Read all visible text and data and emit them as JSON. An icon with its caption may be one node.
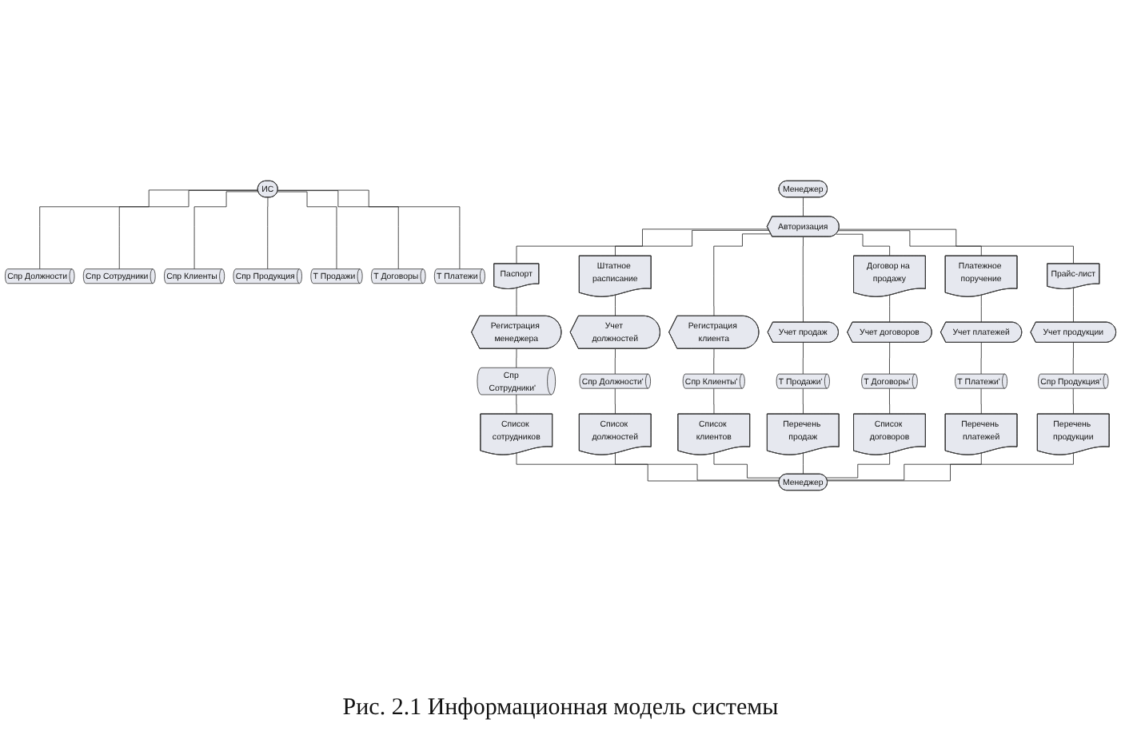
{
  "diagram": {
    "caption": "Рис. 2.1 Информационная модель системы",
    "nodes": [
      {
        "text": [
          "Менеджер"
        ]
      },
      {
        "text": [
          "Авторизация"
        ]
      },
      {
        "text": [
          "ИС"
        ]
      },
      {
        "text": [
          "Паспорт"
        ]
      },
      {
        "text": [
          "Договор на продажу"
        ]
      },
      {
        "text": [
          "Спр Должности"
        ]
      },
      {
        "text": [
          "Регистрация менеджера"
        ]
      },
      {
        "text": [
          "Спр Сотрудники"
        ]
      },
      {
        "text": [
          "Штатное расписание"
        ]
      },
      {
        "text": [
          "Учет должностей"
        ]
      },
      {
        "text": [
          "Регистрация клиента"
        ]
      },
      {
        "text": [
          "Учет продаж"
        ]
      },
      {
        "text": [
          "Учет договоров"
        ]
      },
      {
        "text": [
          "Платежное поручение"
        ]
      },
      {
        "text": [
          "Прайс-лист"
        ]
      },
      {
        "text": [
          "Спр Клиенты"
        ]
      },
      {
        "text": [
          "Спр Продукция"
        ]
      },
      {
        "text": [
          "Учет платежей"
        ]
      },
      {
        "text": [
          "Учет продукции"
        ]
      },
      {
        "text": [
          "Т Продажи"
        ]
      },
      {
        "text": [
          "Спр Сотрудники'"
        ]
      },
      {
        "text": [
          "Т Договоры"
        ]
      },
      {
        "text": [
          "Спр Клиенты'"
        ]
      },
      {
        "text": [
          "Т Платежи"
        ]
      },
      {
        "text": [
          "Спр Должности'"
        ]
      },
      {
        "text": [
          "Т Продажи'"
        ]
      },
      {
        "text": [
          "Т Договоры'"
        ]
      },
      {
        "text": [
          "Т Платежи'"
        ]
      },
      {
        "text": [
          "Спр Продукция'"
        ]
      },
      {
        "text": [
          "Список сотрудников"
        ]
      },
      {
        "text": [
          "Список должностей"
        ]
      },
      {
        "text": [
          "Список клиентов"
        ]
      },
      {
        "text": [
          "Перечень продаж"
        ]
      },
      {
        "text": [
          "Список договоров"
        ]
      },
      {
        "text": [
          "Перечень платежей"
        ]
      },
      {
        "text": [
          "Перечень продукции"
        ]
      },
      {
        "text": [
          "Менеджер"
        ]
      }
    ],
    "edges": [
      {
        "from": 0,
        "to": 1,
        "arrow": "none"
      },
      {
        "from": 1,
        "to": 3,
        "arrow": "none"
      },
      {
        "from": 1,
        "to": 4,
        "arrow": "none"
      },
      {
        "from": 1,
        "to": 8,
        "arrow": "none"
      },
      {
        "from": 1,
        "to": 10,
        "arrow": "none"
      },
      {
        "from": 1,
        "to": 11,
        "arrow": "none"
      },
      {
        "from": 1,
        "to": 13,
        "arrow": "none"
      },
      {
        "from": 1,
        "to": 14,
        "arrow": "none"
      },
      {
        "from": 3,
        "to": 6,
        "arrow": "none"
      },
      {
        "from": 8,
        "to": 9,
        "arrow": "none"
      },
      {
        "from": 4,
        "to": 12,
        "arrow": "none"
      },
      {
        "from": 13,
        "to": 17,
        "arrow": "none"
      },
      {
        "from": 14,
        "to": 18,
        "arrow": "none"
      },
      {
        "from": 2,
        "to": 5,
        "arrow": "none"
      },
      {
        "from": 2,
        "to": 7,
        "arrow": "none"
      },
      {
        "from": 2,
        "to": 15,
        "arrow": "none"
      },
      {
        "from": 2,
        "to": 16,
        "arrow": "none"
      },
      {
        "from": 2,
        "to": 19,
        "arrow": "none"
      },
      {
        "from": 2,
        "to": 21,
        "arrow": "none"
      },
      {
        "from": 2,
        "to": 23,
        "arrow": "none"
      },
      {
        "from": 6,
        "to": 20,
        "arrow": "none"
      },
      {
        "from": 9,
        "to": 24,
        "arrow": "none"
      },
      {
        "from": 10,
        "to": 22,
        "arrow": "none"
      },
      {
        "from": 11,
        "to": 25,
        "arrow": "none"
      },
      {
        "from": 12,
        "to": 26,
        "arrow": "none"
      },
      {
        "from": 17,
        "to": 27,
        "arrow": "none"
      },
      {
        "from": 18,
        "to": 28,
        "arrow": "none"
      },
      {
        "from": 20,
        "to": 29,
        "arrow": "none"
      },
      {
        "from": 24,
        "to": 30,
        "arrow": "none"
      },
      {
        "from": 22,
        "to": 31,
        "arrow": "none"
      },
      {
        "from": 25,
        "to": 32,
        "arrow": "none"
      },
      {
        "from": 26,
        "to": 33,
        "arrow": "none"
      },
      {
        "from": 27,
        "to": 34,
        "arrow": "none"
      },
      {
        "from": 28,
        "to": 35,
        "arrow": "none"
      },
      {
        "from": 29,
        "to": 36,
        "arrow": "none"
      },
      {
        "from": 30,
        "to": 36,
        "arrow": "none"
      },
      {
        "from": 31,
        "to": 36,
        "arrow": "none"
      },
      {
        "from": 32,
        "to": 36,
        "arrow": "none"
      },
      {
        "from": 33,
        "to": 36,
        "arrow": "none"
      },
      {
        "from": 34,
        "to": 36,
        "arrow": "none"
      },
      {
        "from": 35,
        "to": 36,
        "arrow": "none"
      }
    ]
  }
}
